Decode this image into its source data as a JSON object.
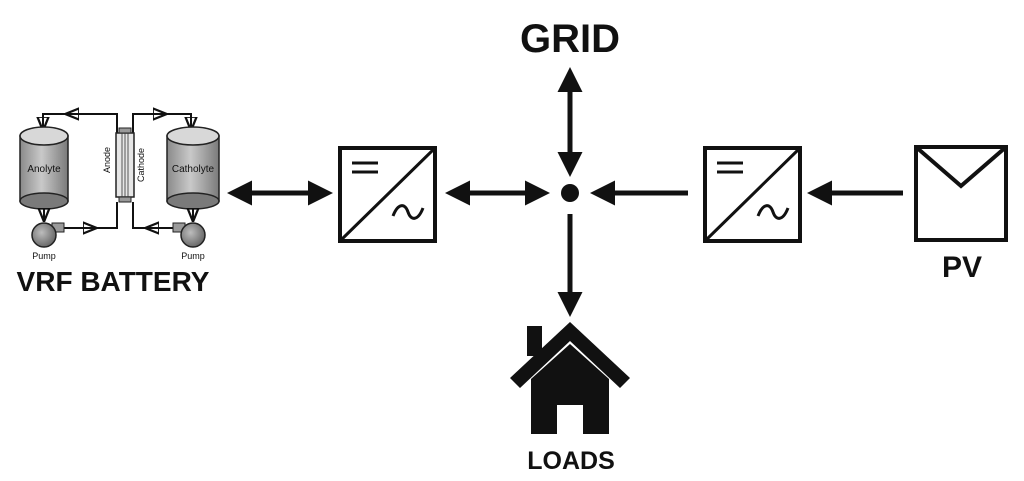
{
  "labels": {
    "grid": "GRID",
    "loads": "LOADS",
    "pv": "PV",
    "vrf_battery": "VRF BATTERY"
  },
  "battery": {
    "anolyte": "Anolyte",
    "catholyte": "Catholyte",
    "anode": "Anode",
    "cathode": "Cathode",
    "pump_left": "Pump",
    "pump_right": "Pump"
  },
  "converter_symbols": {
    "dc": "=",
    "ac": "~"
  }
}
